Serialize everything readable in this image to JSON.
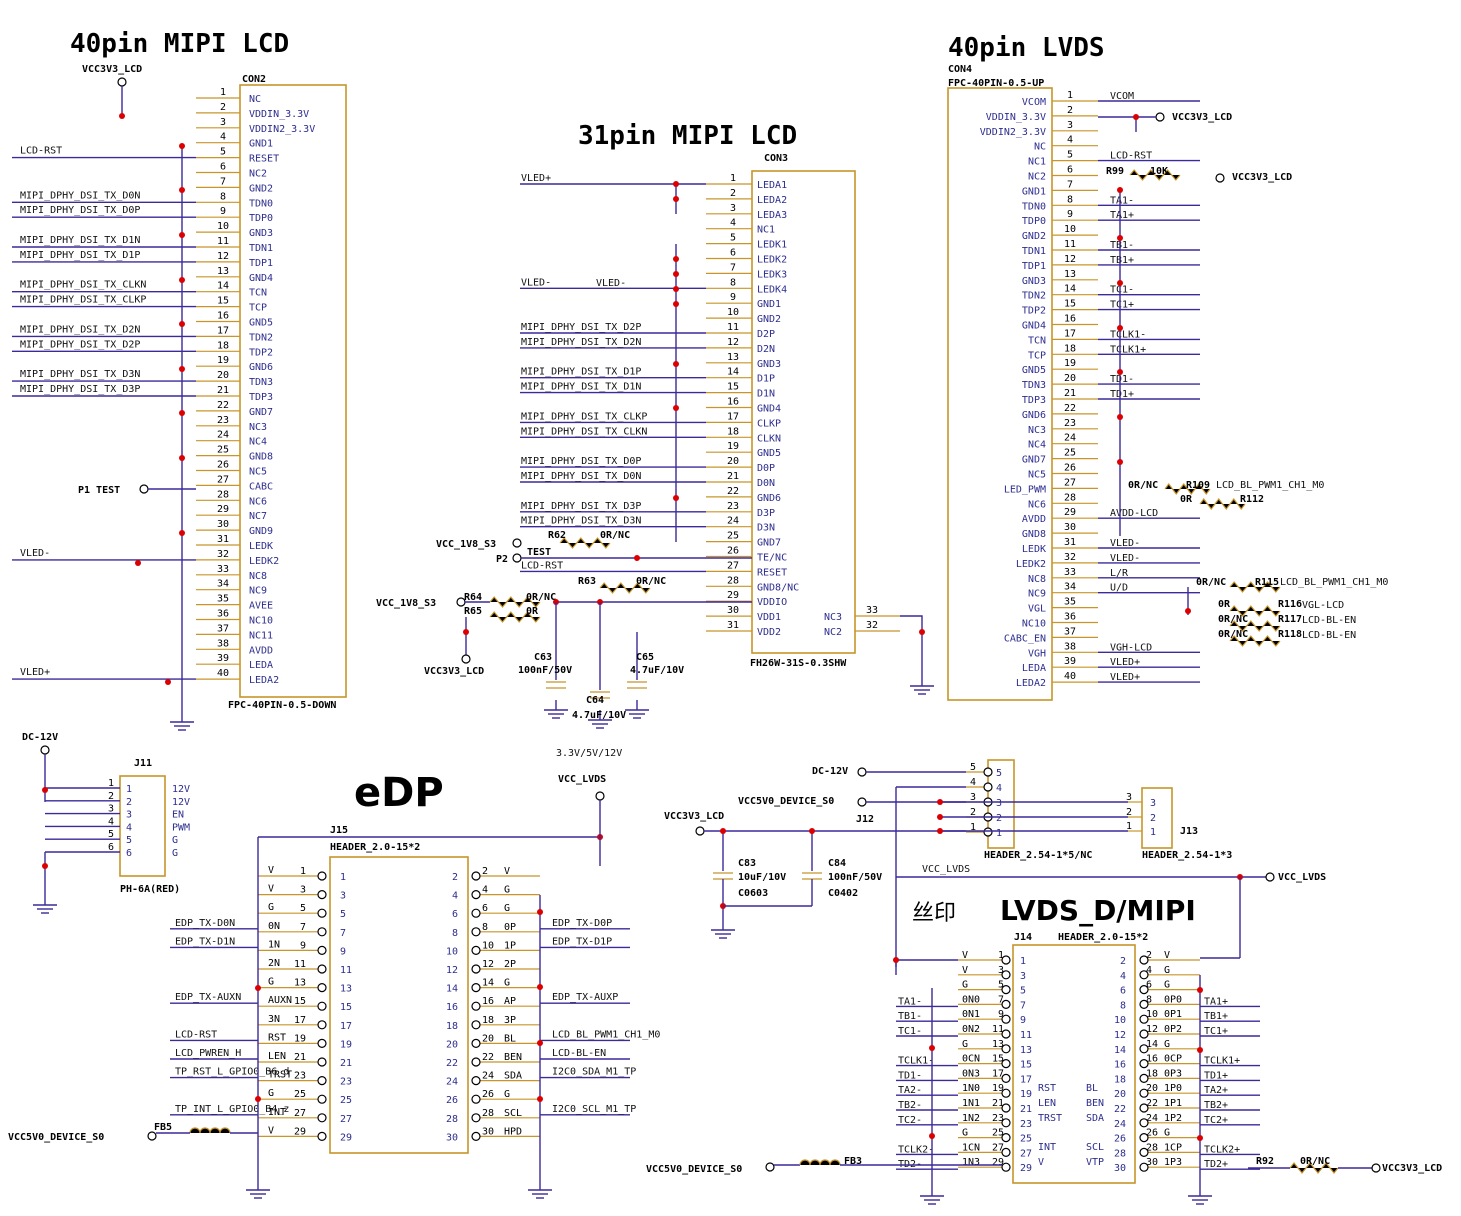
{
  "titles": {
    "mipi40": "40pin  MIPI LCD",
    "lvds40": "40pin  LVDS",
    "mipi31": "31pin MIPI LCD",
    "edp": "eDP",
    "lvds_d": "LVDS_D/MIPI",
    "silk": "丝印"
  },
  "con2": {
    "ref": "CON2",
    "part": "FPC-40PIN-0.5-DOWN",
    "power": "VCC3V3_LCD",
    "pins": [
      "NC",
      "VDDIN_3.3V",
      "VDDIN2_3.3V",
      "GND1",
      "RESET",
      "NC2",
      "GND2",
      "TDN0",
      "TDP0",
      "GND3",
      "TDN1",
      "TDP1",
      "GND4",
      "TCN",
      "TCP",
      "GND5",
      "TDN2",
      "TDP2",
      "GND6",
      "TDN3",
      "TDP3",
      "GND7",
      "NC3",
      "NC4",
      "GND8",
      "NC5",
      "CABC",
      "NC6",
      "NC7",
      "GND9",
      "LEDK",
      "LEDK2",
      "NC8",
      "NC9",
      "AVEE",
      "NC10",
      "NC11",
      "AVDD",
      "LEDA",
      "LEDA2"
    ],
    "nets": {
      "5": "LCD-RST",
      "8": "MIPI_DPHY_DSI_TX_D0N",
      "9": "MIPI_DPHY_DSI_TX_D0P",
      "11": "MIPI_DPHY_DSI_TX_D1N",
      "12": "MIPI_DPHY_DSI_TX_D1P",
      "14": "MIPI_DPHY_DSI_TX_CLKN",
      "15": "MIPI_DPHY_DSI_TX_CLKP",
      "17": "MIPI_DPHY_DSI_TX_D2N",
      "18": "MIPI_DPHY_DSI_TX_D2P",
      "20": "MIPI_DPHY_DSI_TX_D3N",
      "21": "MIPI_DPHY_DSI_TX_D3P",
      "32": "VLED-",
      "40": "VLED+"
    },
    "test": "P1 TEST"
  },
  "con3": {
    "ref": "CON3",
    "part": "FH26W-31S-0.3SHW",
    "pins": [
      "LEDA1",
      "LEDA2",
      "LEDA3",
      "NC1",
      "LEDK1",
      "LEDK2",
      "LEDK3",
      "LEDK4",
      "GND1",
      "GND2",
      "D2P",
      "D2N",
      "GND3",
      "D1P",
      "D1N",
      "GND4",
      "CLKP",
      "CLKN",
      "GND5",
      "D0P",
      "D0N",
      "GND6",
      "D3P",
      "D3N",
      "GND7",
      "TE/NC",
      "RESET",
      "GND8/NC",
      "VDDIO",
      "VDD1",
      "VDD2"
    ],
    "right_pins": [
      "NC3",
      "NC2"
    ],
    "right_nums": [
      "33",
      "32"
    ],
    "nets": {
      "1": "VLED+",
      "8": "VLED-",
      "11": "MIPI_DPHY_DSI_TX_D2P",
      "12": "MIPI_DPHY_DSI_TX_D2N",
      "14": "MIPI_DPHY_DSI_TX_D1P",
      "15": "MIPI_DPHY_DSI_TX_D1N",
      "17": "MIPI_DPHY_DSI_TX_CLKP",
      "18": "MIPI_DPHY_DSI_TX_CLKN",
      "20": "MIPI_DPHY_DSI_TX_D0P",
      "21": "MIPI_DPHY_DSI_TX_D0N",
      "23": "MIPI_DPHY_DSI_TX_D3P",
      "24": "MIPI_DPHY_DSI_TX_D3N",
      "27": "LCD-RST"
    },
    "r62": "R62",
    "r62v": "0R/NC",
    "r63": "R63",
    "r63v": "0R/NC",
    "r64": "R64",
    "r64v": "0R/NC",
    "r65": "R65",
    "r65v": "0R",
    "vcc1v8a": "VCC_1V8_S3",
    "vcc1v8b": "VCC_1V8_S3",
    "vcc3v3": "VCC3V3_LCD",
    "p2": "P2",
    "test": "TEST",
    "c63": "C63",
    "c63v": "100nF/50V",
    "c64": "C64",
    "c64v": "4.7uF/10V",
    "c65": "C65",
    "c65v": "4.7uF/10V",
    "vnote": "3.3V/5V/12V"
  },
  "con4": {
    "ref": "CON4",
    "part": "FPC-40PIN-0.5-UP",
    "pins": [
      "VCOM",
      "VDDIN_3.3V",
      "VDDIN2_3.3V",
      "NC",
      "NC1",
      "NC2",
      "GND1",
      "TDN0",
      "TDP0",
      "GND2",
      "TDN1",
      "TDP1",
      "GND3",
      "TDN2",
      "TDP2",
      "GND4",
      "TCN",
      "TCP",
      "GND5",
      "TDN3",
      "TDP3",
      "GND6",
      "NC3",
      "NC4",
      "GND7",
      "NC5",
      "LED_PWM",
      "NC6",
      "AVDD",
      "GND8",
      "LEDK",
      "LEDK2",
      "NC8",
      "NC9",
      "VGL",
      "NC10",
      "CABC_EN",
      "VGH",
      "LEDA",
      "LEDA2"
    ],
    "nets": {
      "1": "VCOM",
      "5": "LCD-RST",
      "8": "TA1-",
      "9": "TA1+",
      "11": "TB1-",
      "12": "TB1+",
      "14": "TC1-",
      "15": "TC1+",
      "17": "TCLK1-",
      "18": "TCLK1+",
      "20": "TD1-",
      "21": "TD1+",
      "29": "AVDD-LCD",
      "31": "VLED-",
      "32": "VLED-",
      "33": "L/R",
      "34": "U/D",
      "38": "VGH-LCD",
      "39": "VLED+",
      "40": "VLED+"
    },
    "vcc": "VCC3V3_LCD",
    "r99": "R99",
    "r99v": "10K",
    "r99net": "VCC3V3_LCD",
    "r109": "R109",
    "r109v": "0R/NC",
    "r109net": "LCD_BL_PWM1_CH1_M0",
    "r112": "R112",
    "r112v": "0R",
    "r115": "R115",
    "r115v": "0R/NC",
    "r115net": "LCD_BL_PWM1_CH1_M0",
    "r116": "R116",
    "r116v": "0R",
    "r116net": "VGL-LCD",
    "r117": "R117",
    "r117v": "0R/NC",
    "r117net": "LCD-BL-EN",
    "r118": "R118",
    "r118v": "0R/NC",
    "r118net": "LCD-BL-EN"
  },
  "j11": {
    "ref": "J11",
    "part": "PH-6A(RED)",
    "power": "DC-12V",
    "pins": [
      "12V",
      "12V",
      "EN",
      "PWM",
      "G",
      "G"
    ]
  },
  "j15": {
    "ref": "J15",
    "part": "HEADER_2.0-15*2",
    "power": "VCC_LVDS",
    "left_names": [
      "V",
      "V",
      "G",
      "0N",
      "1N",
      "2N",
      "G",
      "AUXN",
      "3N",
      "RST",
      "LEN",
      "TRST",
      "G",
      "INT",
      "V"
    ],
    "right_names": [
      "V",
      "G",
      "G",
      "0P",
      "1P",
      "2P",
      "G",
      "AP",
      "3P",
      "BL",
      "BEN",
      "SDA",
      "G",
      "SCL",
      "HPD"
    ],
    "left_nets": {
      "4": "EDP_TX-D0N",
      "5": "EDP_TX-D1N",
      "8": "EDP_TX-AUXN",
      "10": "LCD-RST",
      "11": "LCD_PWREN_H",
      "12": "TP_RST_L_GPIO0_B6_d",
      "14": "TP_INT_L_GPIO0_B4_z"
    },
    "right_nets": {
      "4": "EDP_TX-D0P",
      "5": "EDP_TX-D1P",
      "8": "EDP_TX-AUXP",
      "10": "LCD_BL_PWM1_CH1_M0",
      "11": "LCD-BL-EN",
      "12": "I2C0_SDA_M1_TP",
      "14": "I2C0_SCL_M1_TP"
    },
    "fb": "FB5",
    "fbnet": "VCC5V0_DEVICE_S0"
  },
  "j12": {
    "ref": "J12",
    "part": "HEADER_2.54-1*5/NC",
    "net1": "DC-12V",
    "net2": "VCC5V0_DEVICE_S0",
    "net3": "VCC3V3_LCD"
  },
  "j13": {
    "ref": "J13",
    "part": "HEADER_2.54-1*3"
  },
  "caps": {
    "c83": "C83",
    "c83v": "10uF/10V",
    "c83p": "C0603",
    "c84": "C84",
    "c84v": "100nF/50V",
    "c84p": "C0402",
    "vccl": "VCC_LVDS",
    "vccr": "VCC_LVDS"
  },
  "j14": {
    "ref": "J14",
    "part": "HEADER_2.0-15*2",
    "left_names": [
      "V",
      "V",
      "G",
      "0N0",
      "0N1",
      "0N2",
      "G",
      "0CN",
      "0N3",
      "1N0",
      "1N1",
      "1N2",
      "G",
      "1CN",
      "1N3"
    ],
    "right_names": [
      "V",
      "G",
      "G",
      "0P0",
      "0P1",
      "0P2",
      "G",
      "0CP",
      "0P3",
      "1P0",
      "1P1",
      "1P2",
      "G",
      "1CP",
      "1P3"
    ],
    "left_nets": {
      "4": "TA1-",
      "5": "TB1-",
      "6": "TC1-",
      "8": "TCLK1-",
      "9": "TD1-",
      "10": "TA2-",
      "11": "TB2-",
      "12": "TC2-",
      "14": "TCLK2-",
      "15": "TD2-"
    },
    "right_nets": {
      "4": "TA1+",
      "5": "TB1+",
      "6": "TC1+",
      "8": "TCLK1+",
      "9": "TD1+",
      "10": "TA2+",
      "11": "TB2+",
      "12": "TC2+",
      "14": "TCLK2+",
      "15": "TD2+"
    },
    "inner_left": [
      "RST",
      "LEN",
      "TRST",
      "INT",
      "V"
    ],
    "inner_right": [
      "BL",
      "BEN",
      "SDA",
      "SCL",
      "VTP"
    ],
    "fb": "FB3",
    "fbnet": "VCC5V0_DEVICE_S0",
    "r92": "R92",
    "r92v": "0R/NC",
    "r92net": "VCC3V3_LCD"
  }
}
